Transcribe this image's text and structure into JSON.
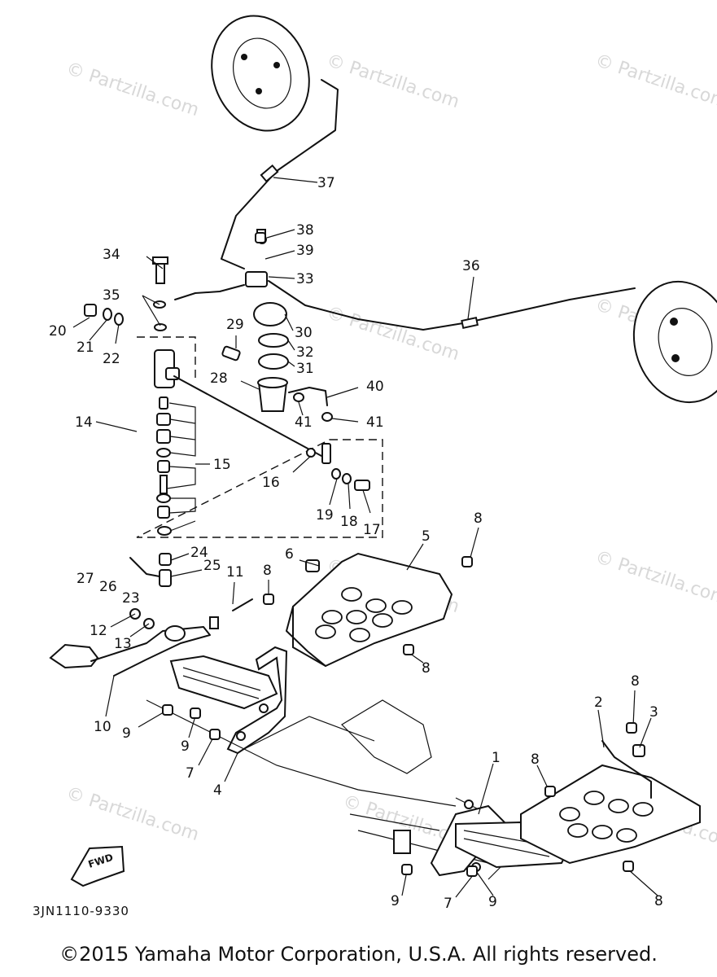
{
  "diagram": {
    "code": "3JN1110-9330",
    "fwd_label": "FWD",
    "watermark": "© Partzilla.com",
    "copyright": "©2015 Yamaha Motor Corporation, U.S.A. All rights reserved."
  },
  "callouts": [
    "1",
    "2",
    "3",
    "4",
    "5",
    "6",
    "7",
    "8",
    "9",
    "10",
    "11",
    "12",
    "13",
    "14",
    "15",
    "16",
    "17",
    "18",
    "19",
    "20",
    "21",
    "22",
    "23",
    "24",
    "25",
    "26",
    "27",
    "28",
    "29",
    "30",
    "31",
    "32",
    "33",
    "34",
    "35",
    "36",
    "37",
    "38",
    "39",
    "40",
    "41"
  ]
}
